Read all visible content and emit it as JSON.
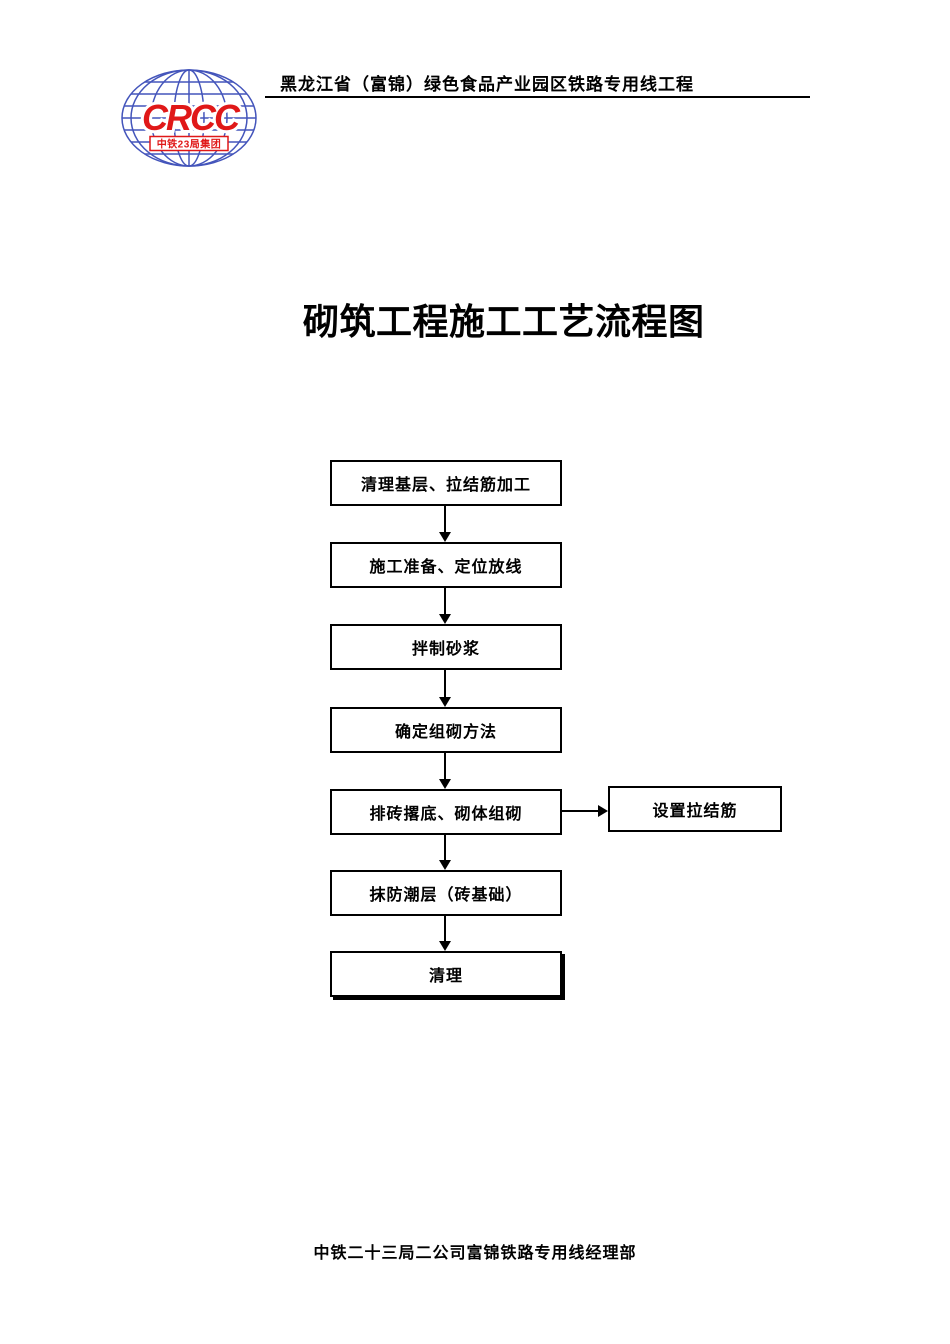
{
  "page": {
    "background": "#ffffff",
    "text_color": "#000000"
  },
  "header": {
    "project_title": "黑龙江省（富锦）绿色食品产业园区铁路专用线工程",
    "logo": {
      "text": "CRCC",
      "subtext": "中铁23局集团",
      "globe_color": "#4455bb",
      "red": "#e01818"
    }
  },
  "document_title": "砌筑工程施工工艺流程图",
  "flowchart": {
    "steps": [
      {
        "label": "清理基层、拉结筋加工"
      },
      {
        "label": "施工准备、定位放线"
      },
      {
        "label": "拌制砂浆"
      },
      {
        "label": "确定组砌方法"
      },
      {
        "label": "排砖撂底、砌体组砌"
      },
      {
        "label": "抹防潮层（砖基础）"
      },
      {
        "label": "清理"
      }
    ],
    "branch": {
      "from": "排砖撂底、砌体组砌",
      "label": "设置拉结筋"
    }
  },
  "footer": {
    "organization": "中铁二十三局二公司富锦铁路专用线经理部"
  }
}
